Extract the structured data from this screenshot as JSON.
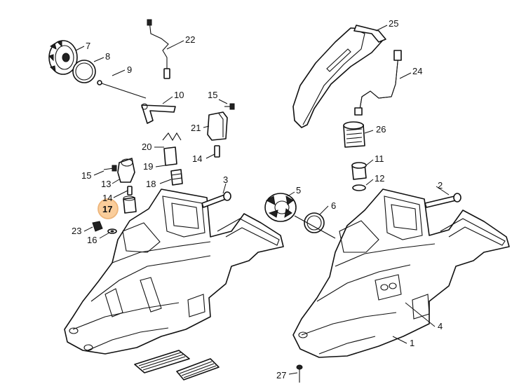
{
  "diagram": {
    "callouts": [
      "1",
      "2",
      "3",
      "4",
      "5",
      "6",
      "7",
      "8",
      "9",
      "10",
      "11",
      "12",
      "13",
      "14",
      "14",
      "15",
      "15",
      "16",
      "17",
      "18",
      "19",
      "20",
      "21",
      "22",
      "23",
      "24",
      "25",
      "26",
      "27"
    ],
    "highlighted_callout": "17",
    "highlight_color": "#f7a64a"
  }
}
